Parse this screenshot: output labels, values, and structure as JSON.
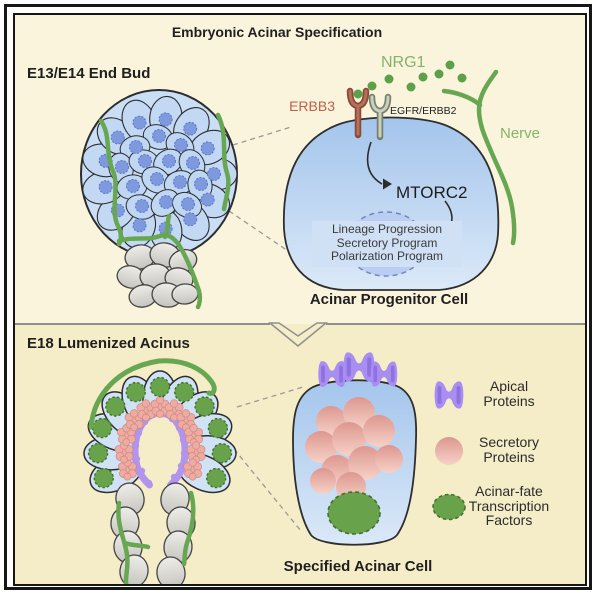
{
  "header": {
    "title": "Embryonic Acinar Specification"
  },
  "top_panel": {
    "stage_label": "E13/E14 End Bud",
    "ligand_label": "NRG1",
    "receptor1_label": "ERBB3",
    "receptor2_label": "EGFR/ERBB2",
    "nerve_label": "Nerve",
    "signaling_node": "MTORC2",
    "programs": [
      "Lineage Progression",
      "Secretory Program",
      "Polarization Program"
    ],
    "cell_label": "Acinar Progenitor Cell"
  },
  "bottom_panel": {
    "stage_label": "E18 Lumenized Acinus",
    "cell_label": "Specified Acinar Cell",
    "legend": [
      {
        "id": "apical-proteins",
        "lines": [
          "Apical",
          "Proteins"
        ],
        "color": "#a98df0"
      },
      {
        "id": "secretory-proteins",
        "lines": [
          "Secretory",
          "Proteins"
        ],
        "color": "#e8a59d"
      },
      {
        "id": "acinar-fate-tfs",
        "lines": [
          "Acinar-fate",
          "Transcription",
          "Factors"
        ],
        "color": "#68a24b"
      }
    ]
  },
  "colors": {
    "top_panel_bg": "#faf4dd",
    "bottom_panel_bg": "#f5edc8",
    "frame": "#161616",
    "cell_blue_dark": "#a4c5ec",
    "cell_blue_light": "#dbe9f8",
    "nucleus_blue": "#7e99de",
    "nerve_green": "#68a751",
    "ligand_green": "#5ca049",
    "erbb3_text": "#c05f4a",
    "apical_purple": "#a98df0",
    "secretory_pink": "#e8a59d",
    "tf_green": "#68a24b",
    "duct_gray": "#d5d3cd"
  }
}
